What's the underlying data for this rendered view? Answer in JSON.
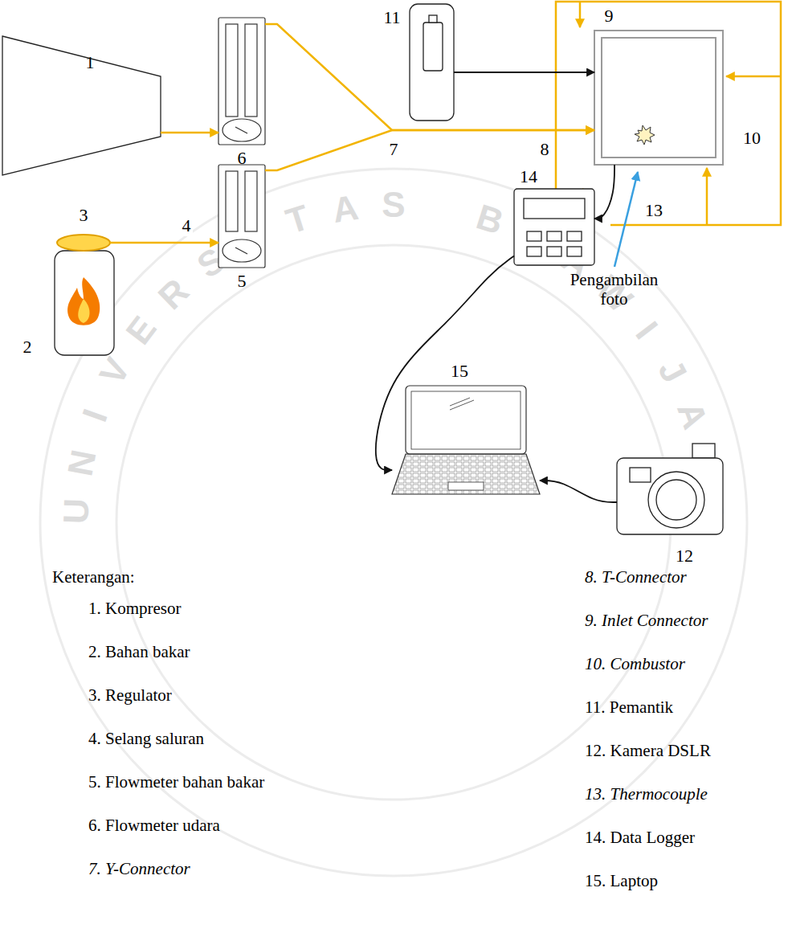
{
  "diagram": {
    "nodes": [
      {
        "text": [
          "1"
        ]
      },
      {
        "text": [
          "6"
        ]
      },
      {
        "text": [
          "11"
        ]
      },
      {
        "text": [
          "10"
        ]
      },
      {
        "text": [
          "14"
        ]
      },
      {
        "text": [
          "3"
        ]
      },
      {
        "text": [
          "2"
        ]
      },
      {
        "text": [
          "5"
        ]
      },
      {
        "text": [
          "15"
        ]
      },
      {
        "text": [
          "12"
        ]
      }
    ],
    "edges": [
      {
        "from": 0,
        "to": 1,
        "arrow": "to"
      },
      {
        "from": 1,
        "to": 3,
        "arrow": "to"
      },
      {
        "from": 7,
        "to": 3,
        "arrow": "to"
      },
      {
        "from": 5,
        "to": 7,
        "label": "4",
        "arrow": "to"
      },
      {
        "from": 2,
        "to": 3,
        "arrow": "to"
      },
      {
        "from": 3,
        "to": 4,
        "arrow": "to"
      },
      {
        "from": 4,
        "to": 8,
        "arrow": "to"
      },
      {
        "from": 9,
        "to": 8,
        "arrow": "to"
      }
    ],
    "labels": [
      "7",
      "8",
      "9",
      "13",
      "Pengambilan foto",
      "UNIVERSITAS BRAWIJAYA",
      "Keterangan:",
      "1. Kompresor",
      "2. Bahan bakar",
      "3. Regulator",
      "4. Selang saluran",
      "5. Flowmeter bahan bakar",
      "6. Flowmeter udara",
      "7. Y-Connector",
      "8. T-Connector",
      "9. Inlet Connector",
      "10. Combustor",
      "11. Pemantik",
      "12. Kamera DSLR",
      "13. Thermocouple",
      "14. Data Logger",
      "15. Laptop"
    ]
  }
}
